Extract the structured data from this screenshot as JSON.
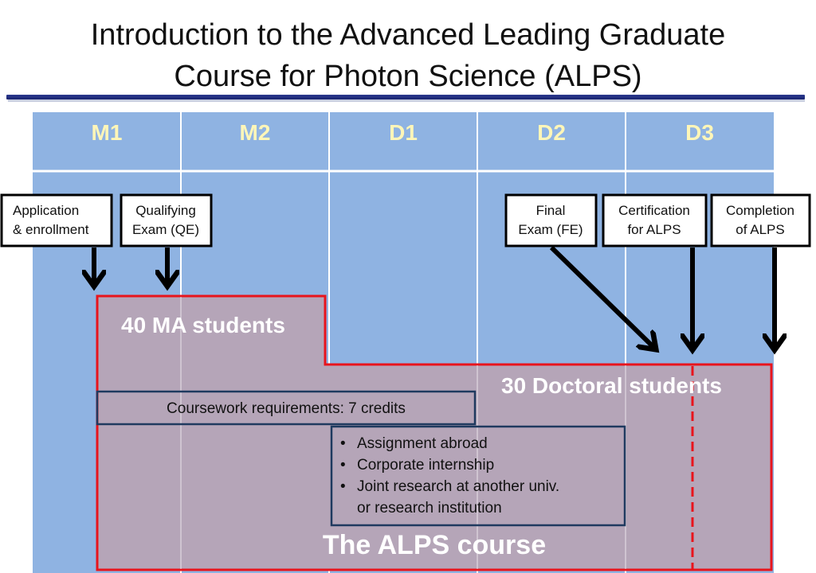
{
  "title": {
    "line1": "Introduction to the Advanced Leading Graduate",
    "line2": "Course for Photon Science (ALPS)"
  },
  "years": [
    "M1",
    "M2",
    "D1",
    "D2",
    "D3"
  ],
  "milestones": {
    "application": [
      "Application",
      "& enrollment"
    ],
    "qualifying": [
      "Qualifying",
      "Exam (QE)"
    ],
    "final_exam": [
      "Final",
      "Exam (FE)"
    ],
    "certification": [
      "Certification",
      "for ALPS"
    ],
    "completion": [
      "Completion",
      "of ALPS"
    ]
  },
  "ma_students": "40 MA students",
  "doctoral_students": "30 Doctoral students",
  "coursework": "Coursework requirements: 7 credits",
  "activities": [
    "Assignment abroad",
    "Corporate internship",
    "Joint research at another univ.",
    "or research institution"
  ],
  "course_label": "The ALPS course",
  "colors": {
    "grid_blue": "#8fb3e2",
    "year_text": "#fff6b8",
    "course_fill": "#b5a5b8",
    "course_border": "#e8141c",
    "box_border": "#1f3a5f"
  }
}
